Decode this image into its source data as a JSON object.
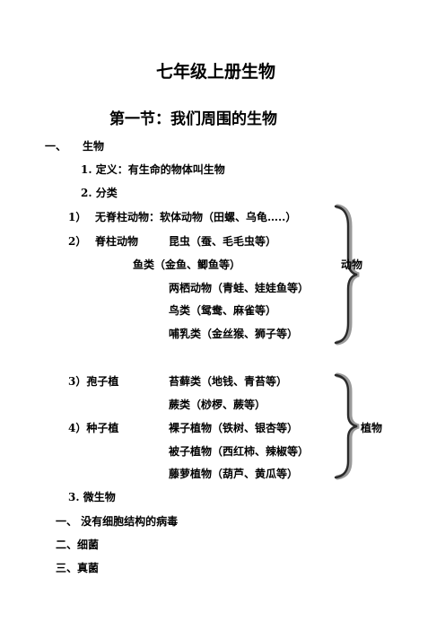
{
  "title": "七年级上册生物",
  "section_title": "第一节：我们周围的生物",
  "part1": {
    "num": "一、",
    "label": "生物"
  },
  "definition": "1. 定义：有生命的物体叫生物",
  "classification": "2. 分类",
  "animals": {
    "row1_num": "1）",
    "row1_text": "无脊柱动物：软体动物（田螺、乌龟…..）",
    "row2_num": "2）",
    "row2_label": "脊柱动物",
    "row2_text": "昆虫（蚕、毛毛虫等）",
    "fish": "鱼类（金鱼、鲫鱼等）",
    "amphibians": "两栖动物（青蛙、娃娃鱼等）",
    "birds": "鸟类（鸳鸯、麻雀等）",
    "mammals": "哺乳类（金丝猴、狮子等）",
    "group_label": "动物"
  },
  "plants": {
    "row3_label": "3）孢子植",
    "row3_text": "苔藓类（地钱、青苔等）",
    "ferns": "蕨类（桫椤、蕨等）",
    "row4_label": "4）种子植",
    "row4_text": "裸子植物（铁树、银杏等）",
    "angiosperms": "被子植物（西红柿、辣椒等）",
    "vines": "藤萝植物（葫芦、黄瓜等）",
    "group_label": "植物"
  },
  "micro": "3. 微生物",
  "micro_items": [
    "一、 没有细胞结构的病毒",
    "二、细菌",
    "三、真菌"
  ]
}
